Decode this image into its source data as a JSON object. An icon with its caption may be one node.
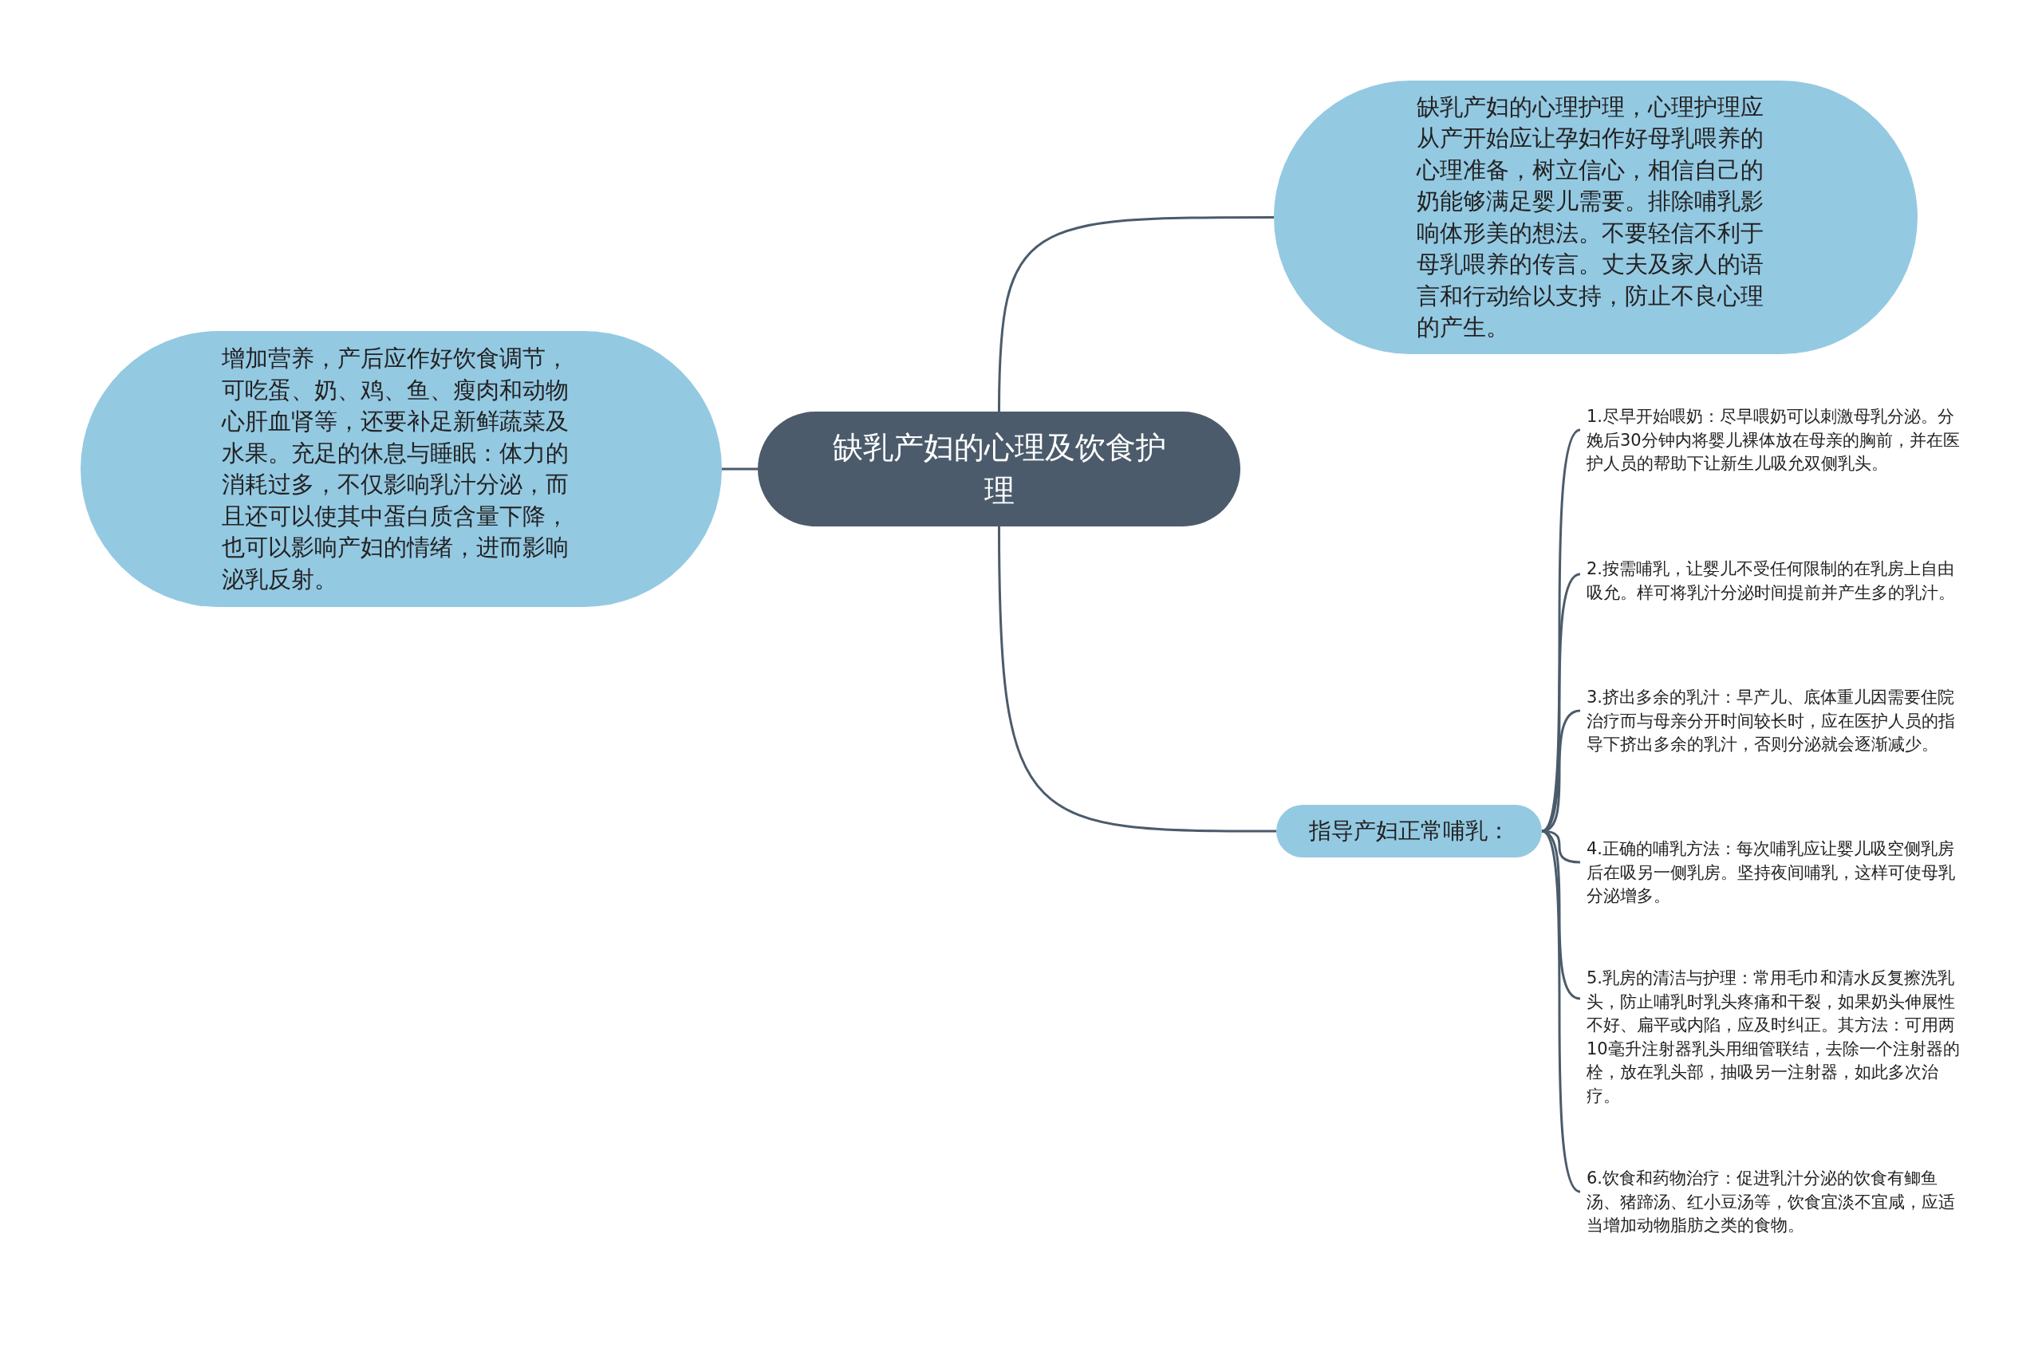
{
  "diagram": {
    "nodes": [
      {
        "text": [
          "缺乳产妇的心理及饮食护理"
        ]
      },
      {
        "text": [
          "缺乳产妇的心理护理，心理护理应从产开始应让孕妇作好母乳喂养的心理准备，树立信心，相信自己的奶能够满足婴儿需要。排除哺乳影响体形美的想法。不要轻信不利于母乳喂养的传言。丈夫及家人的语言和行动给以支持，防止不良心理的产生。"
        ]
      },
      {
        "text": [
          "增加营养，产后应作好饮食调节，可吃蛋、奶、鸡、鱼、瘦肉和动物心肝血肾等，还要补足新鲜蔬菜及水果。充足的休息与睡眠：体力的消耗过多，不仅影响乳汁分泌，而且还可以使其中蛋白质含量下降，也可以影响产妇的情绪，进而影响泌乳反射。"
        ]
      },
      {
        "text": [
          "指导产妇正常哺乳："
        ]
      },
      {
        "text": [
          "1.尽早开始喂奶：尽早喂奶可以刺激母乳分泌。分娩后30分钟内将婴儿裸体放在母亲的胸前，并在医护人员的帮助下让新生儿吸允双侧乳头。"
        ]
      },
      {
        "text": [
          "2.按需哺乳，让婴儿不受任何限制的在乳房上自由吸允。样可将乳汁分泌时间提前并产生多的乳汁。"
        ]
      },
      {
        "text": [
          "3.挤出多余的乳汁：早产儿、底体重儿因需要住院治疗而与母亲分开时间较长时，应在医护人员的指导下挤出多余的乳汁，否则分泌就会逐渐减少。"
        ]
      },
      {
        "text": [
          "4.正确的哺乳方法：每次哺乳应让婴儿吸空侧乳房后在吸另一侧乳房。坚持夜间哺乳，这样可使母乳分泌增多。"
        ]
      },
      {
        "text": [
          "5.乳房的清洁与护理：常用毛巾和清水反复擦洗乳头，防止哺乳时乳头疼痛和干裂，如果奶头伸展性不好、扁平或内陷，应及时纠正。其方法：可用两10毫升注射器乳头用细管联结，去除一个注射器的栓，放在乳头部，抽吸另一注射器，如此多次治疗。"
        ]
      },
      {
        "text": [
          "6.饮食和药物治疗：促进乳汁分泌的饮食有鲫鱼汤、猪蹄汤、红小豆汤等，饮食宜淡不宜咸，应适当增加动物脂肪之类的食物。"
        ]
      }
    ],
    "edges": [
      {
        "from": 0,
        "to": 1,
        "arrow": "none"
      },
      {
        "from": 0,
        "to": 2,
        "arrow": "none"
      },
      {
        "from": 0,
        "to": 3,
        "arrow": "none"
      },
      {
        "from": 3,
        "to": 4,
        "arrow": "none"
      },
      {
        "from": 3,
        "to": 5,
        "arrow": "none"
      },
      {
        "from": 3,
        "to": 6,
        "arrow": "none"
      },
      {
        "from": 3,
        "to": 7,
        "arrow": "none"
      },
      {
        "from": 3,
        "to": 8,
        "arrow": "none"
      },
      {
        "from": 3,
        "to": 9,
        "arrow": "none"
      }
    ]
  }
}
